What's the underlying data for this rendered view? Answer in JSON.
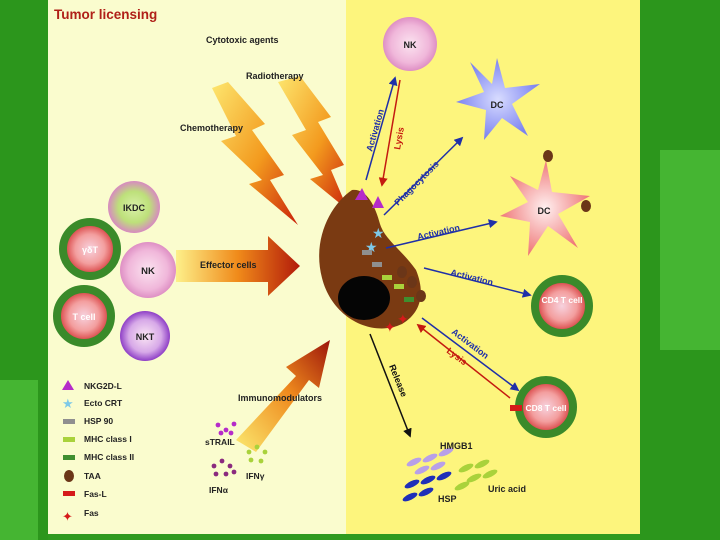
{
  "title": "Tumor licensing",
  "agents": {
    "cytotoxic": "Cytotoxic agents",
    "radiotherapy": "Radiotherapy",
    "chemotherapy": "Chemotherapy",
    "effector": "Effector cells",
    "immunomodulators": "Immunomodulators"
  },
  "cells": {
    "ikdc": "IKDC",
    "gdt": "γδT",
    "nk_left": "NK",
    "tcell": "T cell",
    "nkt": "NKT",
    "nk_top": "NK",
    "dc_blue": "DC",
    "dc_red": "DC",
    "cd4": "CD4 T cell",
    "cd8": "CD8 T cell"
  },
  "arrows": {
    "activation_nk": "Activation",
    "lysis_nk": "Lysis",
    "phagocytosis": "Phagocytosis",
    "activation_dc": "Activation",
    "activation_cd4": "Activation",
    "activation_cd8": "Activation",
    "lysis_cd8": "Lysis",
    "release": "Release"
  },
  "molecules": {
    "strail": "sTRAIL",
    "ifnalpha": "IFNα",
    "ifngamma": "IFNγ",
    "hmgb1": "HMGB1",
    "hsp": "HSP",
    "uric": "Uric acid"
  },
  "legend": [
    {
      "label": "NKG2D-L",
      "color": "#b52bc9",
      "icon": "triangle-icon"
    },
    {
      "label": "Ecto CRT",
      "color": "#7ec9e8",
      "icon": "star-icon"
    },
    {
      "label": "HSP 90",
      "color": "#8f8f8f",
      "icon": "bar-icon"
    },
    {
      "label": "MHC class I",
      "color": "#a9d23b",
      "icon": "bar-icon"
    },
    {
      "label": "MHC class II",
      "color": "#3f8f2f",
      "icon": "bar-icon"
    },
    {
      "label": "TAA",
      "color": "#6b3618",
      "icon": "blob-icon"
    },
    {
      "label": "Fas-L",
      "color": "#d51a1a",
      "icon": "bar-icon"
    },
    {
      "label": "Fas",
      "color": "#d51a1a",
      "icon": "cross-icon"
    }
  ]
}
